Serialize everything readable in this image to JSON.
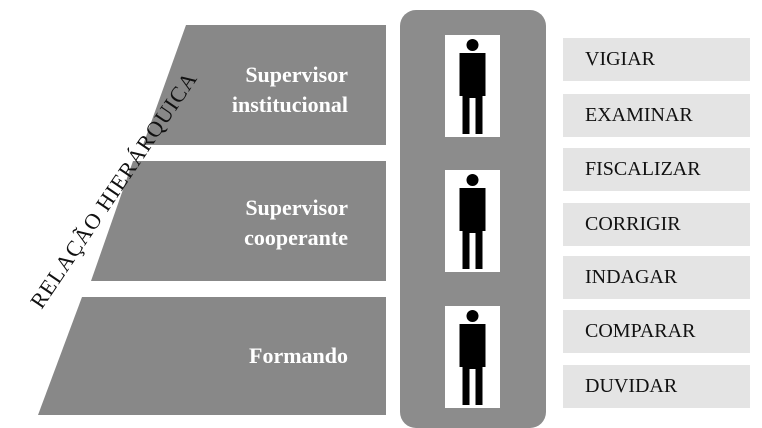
{
  "axis_label": "RELAÇÃO HIERÁRQUICA",
  "levels": [
    {
      "line1": "Supervisor",
      "line2": "institucional"
    },
    {
      "line1": "Supervisor",
      "line2": "cooperante"
    },
    {
      "line1": "Formando",
      "line2": ""
    }
  ],
  "person_icon": "person-silhouette-icon",
  "verbs": [
    "VIGIAR",
    "EXAMINAR",
    "FISCALIZAR",
    "CORRIGIR",
    "INDAGAR",
    "COMPARAR",
    "DUVIDAR"
  ],
  "colors": {
    "level_fill": "#888888",
    "column_fill": "#8c8c8c",
    "verb_box_fill": "#e4e4e4",
    "label_text": "#ffffff"
  }
}
